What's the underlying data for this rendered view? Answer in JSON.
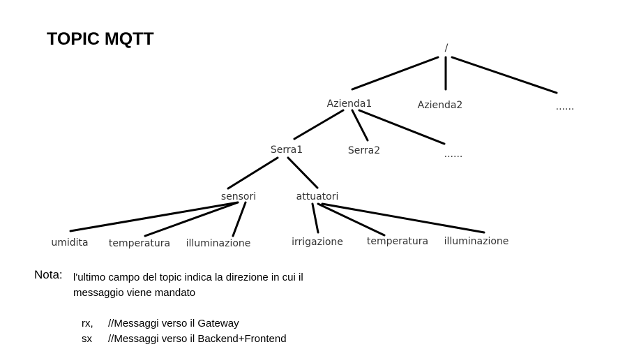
{
  "title": "TOPIC MQTT",
  "tree": {
    "root": "/",
    "level1": [
      "Azienda1",
      "Azienda2",
      "......"
    ],
    "level2": [
      "Serra1",
      "Serra2",
      "......"
    ],
    "level3": [
      "sensori",
      "attuatori"
    ],
    "sensori_children": [
      "umidita",
      "temperatura",
      "illuminazione"
    ],
    "attuatori_children": [
      "irrigazione",
      "temperatura",
      "illuminazione"
    ]
  },
  "note": {
    "label": "Nota:",
    "text": "l'ultimo campo del topic indica la direzione in cui il messaggio viene mandato",
    "lines": [
      {
        "code": "rx,",
        "comment": "//Messaggi verso il Gateway"
      },
      {
        "code": "sx",
        "comment": "//Messaggi verso il Backend+Frontend"
      }
    ]
  }
}
